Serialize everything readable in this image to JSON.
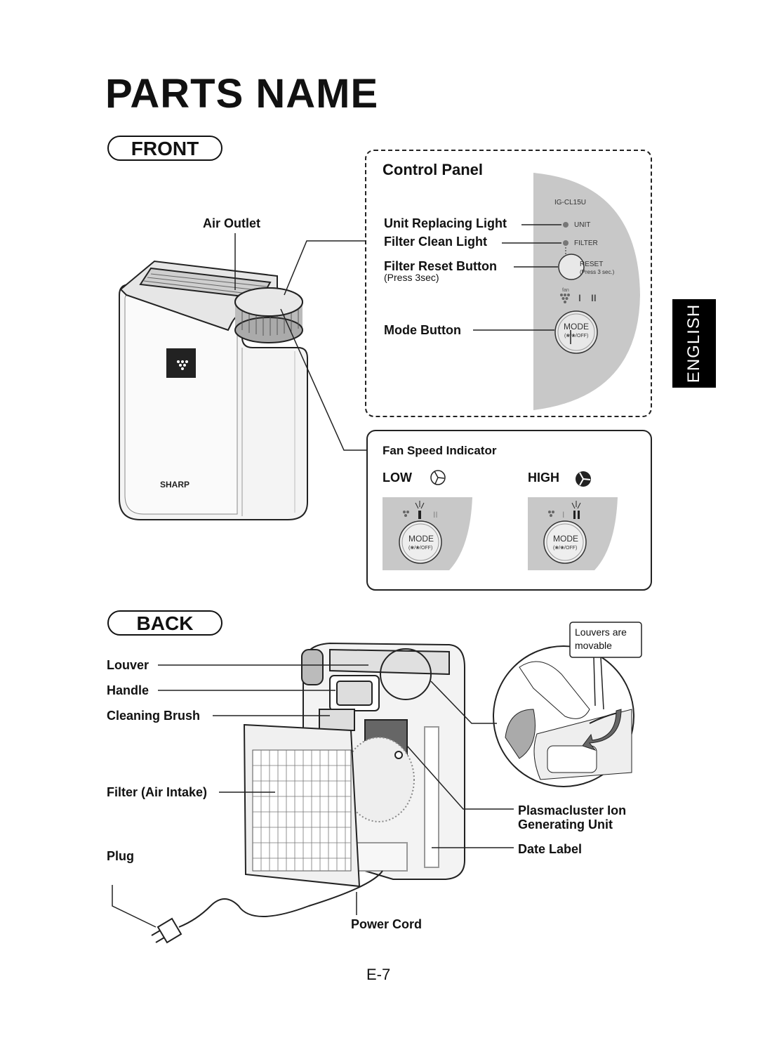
{
  "page": {
    "title": "PARTS NAME",
    "page_number": "E-7",
    "language_tab": "ENGLISH"
  },
  "front": {
    "heading": "FRONT",
    "air_outlet": "Air Outlet",
    "unit_logo": "SHARP",
    "control_panel": {
      "title": "Control Panel",
      "model": "IG-CL15U",
      "unit_replacing_light": "Unit Replacing Light",
      "filter_clean_light": "Filter Clean Light",
      "filter_reset_button": "Filter Reset Button",
      "filter_reset_note": "(Press 3sec)",
      "mode_button": "Mode Button",
      "panel_unit": "UNIT",
      "panel_filter": "FILTER",
      "panel_reset": "RESET",
      "panel_reset_note": "(Press 3 sec.)",
      "panel_mode": "MODE",
      "panel_mode_sub": "(❀/❀/OFF)",
      "panel_ion": "fan",
      "panel_speed_low": "I",
      "panel_speed_high": "II"
    },
    "fan_speed": {
      "title": "Fan Speed Indicator",
      "low": "LOW",
      "high": "HIGH",
      "mode": "MODE",
      "mode_sub": "(❀/❀/OFF)"
    }
  },
  "back": {
    "heading": "BACK",
    "louver": "Louver",
    "handle": "Handle",
    "cleaning_brush": "Cleaning Brush",
    "filter_air_intake": "Filter (Air Intake)",
    "plug": "Plug",
    "power_cord": "Power Cord",
    "plasmacluster_line1": "Plasmacluster Ion",
    "plasmacluster_line2": "Generating Unit",
    "date_label": "Date Label",
    "louvers_note_line1": "Louvers are",
    "louvers_note_line2": "movable"
  }
}
